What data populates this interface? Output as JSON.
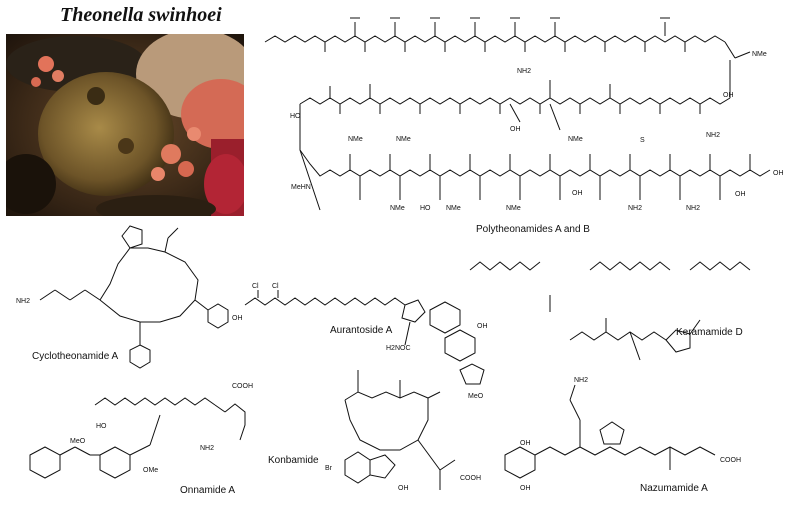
{
  "header": {
    "species": "Theonella swinhoei"
  },
  "compounds": {
    "polytheonamides": "Polytheonamides A and B",
    "cyclotheonamide": "Cyclotheonamide A",
    "aurantoside": "Aurantoside A",
    "keramamide": "Keramamide D",
    "onnamide": "Onnamide A",
    "konbamide": "Konbamide",
    "nazumamide": "Nazumamide A"
  },
  "atom_labels": {
    "nhme": "NMe",
    "nh2": "NH2",
    "oh": "OH",
    "ho": "HO",
    "meo": "MeO",
    "omeo": "OMe",
    "mehn": "MeHN",
    "cooh": "COOH",
    "br": "Br",
    "cl": "Cl",
    "h2noc": "H2NOC",
    "s": "S"
  }
}
